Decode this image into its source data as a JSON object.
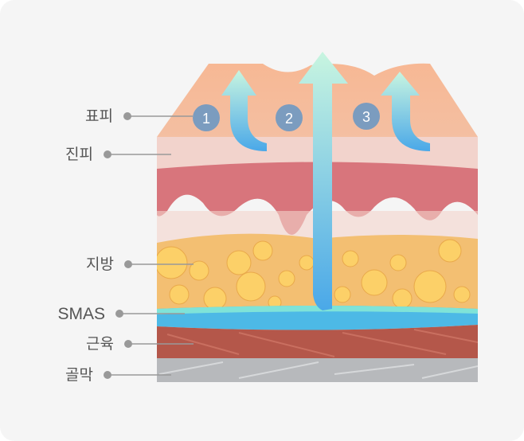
{
  "labels": {
    "epidermis": "표피",
    "dermis": "진피",
    "fat": "지방",
    "smas": "SMAS",
    "muscle": "근육",
    "periosteum": "골막"
  },
  "markers": [
    "1",
    "2",
    "3"
  ],
  "colors": {
    "marker": "#7b9cbf",
    "arrow_top": "#c8f5e0",
    "arrow_bottom": "#4aa8e8",
    "leader": "#999999"
  }
}
